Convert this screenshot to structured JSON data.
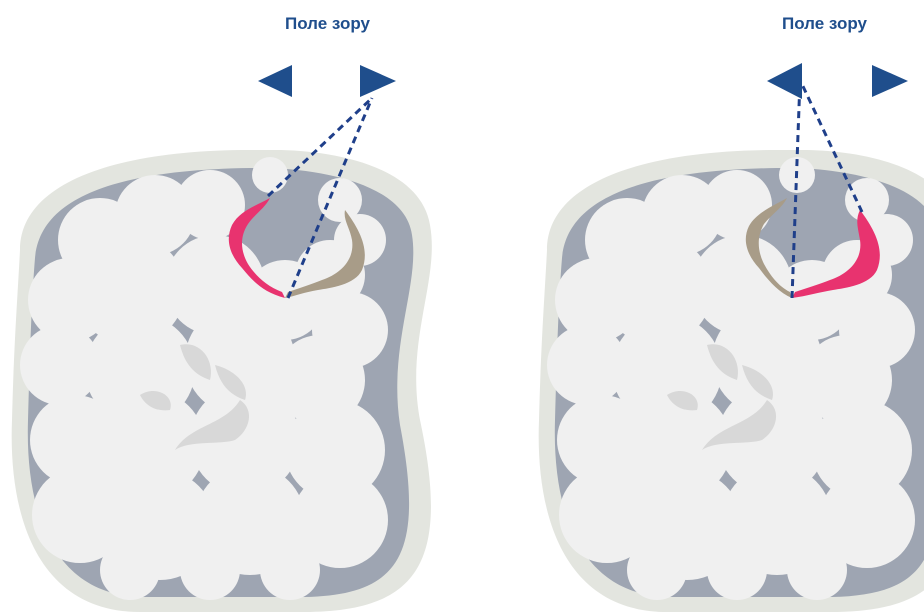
{
  "panels": [
    {
      "title": "Поле зору",
      "active_side": "right",
      "highlight_color": "#e8336f",
      "inactive_color": "#a89c88"
    },
    {
      "title": "Поле зору",
      "active_side": "left",
      "highlight_color": "#e8336f",
      "inactive_color": "#a89c88"
    }
  ],
  "colors": {
    "arrow": "#1f4e8c",
    "dashed_line": "#1f3f8a",
    "skull": "#e3e5df",
    "csf": "#9ea5b2",
    "brain": "#f0f0f0",
    "ventricle": "#dadada"
  },
  "icons": {
    "arrow_left": "triangle-left-icon",
    "arrow_right": "triangle-right-icon"
  }
}
